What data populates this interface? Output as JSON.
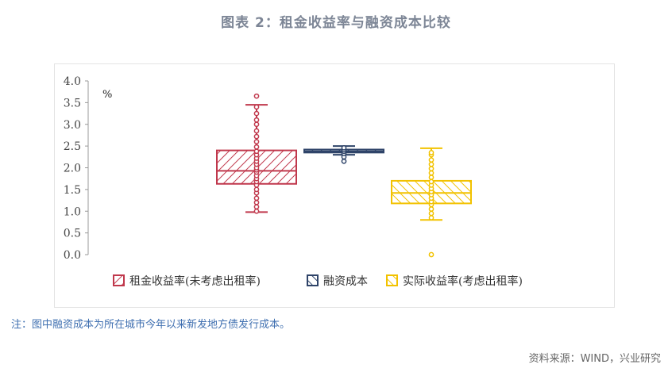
{
  "title": "图表 2：租金收益率与融资成本比较",
  "note": "注：图中融资成本为所在城市今年以来新发地方债发行成本。",
  "source": "资料来源：WIND，兴业研究",
  "colors": {
    "rent": "#c0384c",
    "financing": "#2f4469",
    "real": "#f2c200"
  },
  "chart_data": {
    "type": "box",
    "ylabel": "%",
    "ylim": [
      0.0,
      4.0
    ],
    "yticks": [
      0.0,
      0.5,
      1.0,
      1.5,
      2.0,
      2.5,
      3.0,
      3.5,
      4.0
    ],
    "series": [
      {
        "name": "租金收益率(未考虑出租率)",
        "whisker_low": 0.98,
        "q1": 1.63,
        "median": 1.93,
        "q3": 2.4,
        "whisker_high": 3.45,
        "points": [
          1.0,
          1.1,
          1.2,
          1.3,
          1.42,
          1.5,
          1.6,
          1.68,
          1.75,
          1.82,
          1.9,
          1.95,
          2.0,
          2.08,
          2.15,
          2.22,
          2.3,
          2.38,
          2.48,
          2.6,
          2.72,
          2.85,
          3.0,
          3.1,
          3.25,
          3.4,
          3.65
        ]
      },
      {
        "name": "融资成本",
        "whisker_low": 2.3,
        "q1": 2.35,
        "median": 2.38,
        "q3": 2.42,
        "whisker_high": 2.5,
        "points": [
          2.15,
          2.25,
          2.33,
          2.38,
          2.42,
          2.46
        ]
      },
      {
        "name": "实际收益率(考虑出租率)",
        "whisker_low": 0.8,
        "q1": 1.18,
        "median": 1.42,
        "q3": 1.7,
        "whisker_high": 2.45,
        "points": [
          0.0,
          0.85,
          0.95,
          1.05,
          1.15,
          1.22,
          1.3,
          1.38,
          1.45,
          1.52,
          1.6,
          1.68,
          1.78,
          1.88,
          1.98,
          2.08,
          2.18,
          2.3,
          2.35
        ]
      }
    ]
  }
}
